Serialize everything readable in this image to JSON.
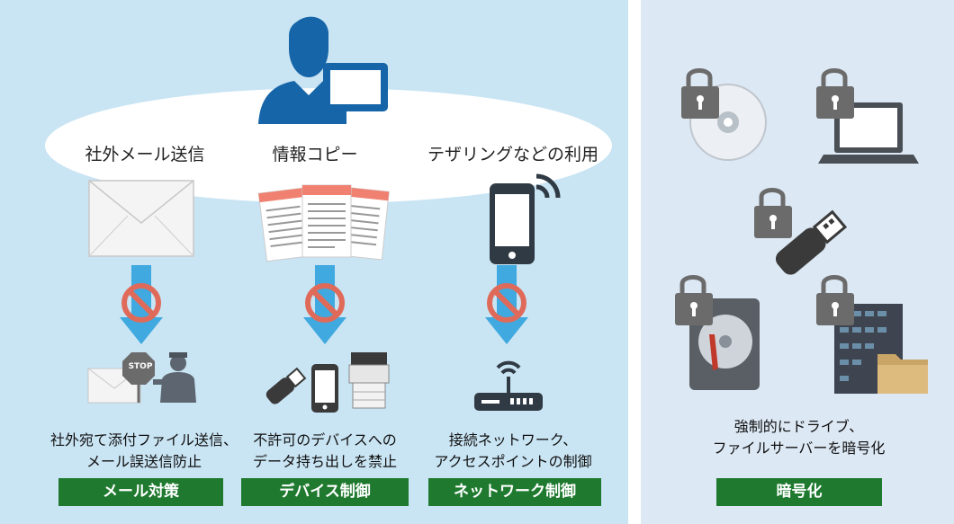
{
  "top_labels": {
    "email": "社外メール送信",
    "copy": "情報コピー",
    "tether": "テザリングなどの利用"
  },
  "columns": [
    {
      "description_line1": "社外宛て添付ファイル送信、",
      "description_line2": "メール誤送信防止",
      "badge": "メール対策"
    },
    {
      "description_line1": "不許可のデバイスへの",
      "description_line2": "データ持ち出しを禁止",
      "badge": "デバイス制御"
    },
    {
      "description_line1": "接続ネットワーク、",
      "description_line2": "アクセスポイントの制御",
      "badge": "ネットワーク制御"
    }
  ],
  "right_panel": {
    "description_line1": "強制的にドライブ、",
    "description_line2": "ファイルサーバーを暗号化",
    "badge": "暗号化"
  },
  "stop_sign_text": "STOP",
  "colors": {
    "badge_green": "#1f7a2f",
    "user_blue": "#1565a8",
    "arrow_blue": "#3fa9e0",
    "prohibit_red": "#e06a5a",
    "lock_gray": "#6b6b6b"
  }
}
